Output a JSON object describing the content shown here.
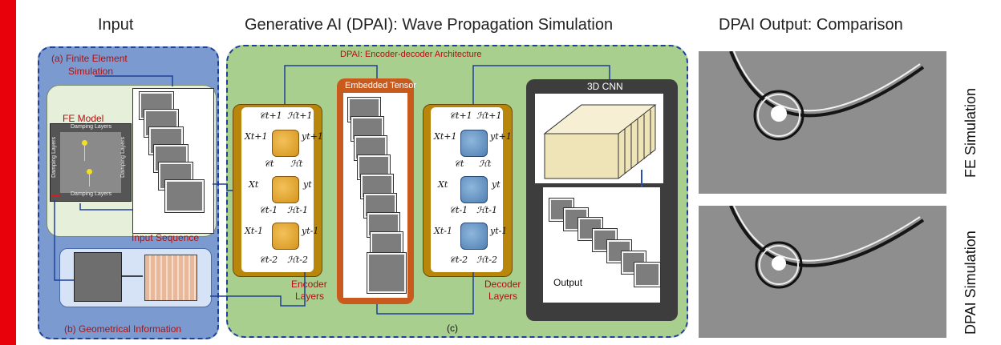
{
  "headings": {
    "input": "Input",
    "dpai": "Generative AI (DPAI): Wave Propagation Simulation",
    "output": "DPAI Output: Comparison"
  },
  "input_panel": {
    "fe_label_1": "(a) Finite Element",
    "fe_label_2": "Simulation",
    "fe_model": "FE Model",
    "damping_top": "Damping Layers",
    "damping_bottom": "Damping Layers",
    "damping_left": "Damping Layers",
    "damping_right": "Damping Layers",
    "input_sequence": "Input Sequence",
    "geometrical": "(b) Geometrical Information"
  },
  "dpai_panel": {
    "architecture": "DPAI: Encoder-decoder  Architecture",
    "embedded_tensor": "Embedded Tensor",
    "cnn_title": "3D CNN",
    "output_label": "Output",
    "encoder_1": "Encoder",
    "encoder_2": "Layers",
    "decoder_1": "Decoder",
    "decoder_2": "Layers",
    "c_label": "(c)"
  },
  "lstm_symbols": {
    "c_t1": "𝒞t+1",
    "h_t1": "ℋt+1",
    "x_t1": "Xt+1",
    "y_t1": "yt+1",
    "c_t": "𝒞t",
    "h_t": "ℋt",
    "x_t": "Xt",
    "y_t": "yt",
    "c_tm1": "𝒞t-1",
    "h_tm1": "ℋt-1",
    "x_tm1": "Xt-1",
    "y_tm1": "yt-1",
    "c_tm2": "𝒞t-2",
    "h_tm2": "ℋt-2"
  },
  "output_panel": {
    "fe_sim": "FE Simulation",
    "dpai_sim": "DPAI Simulation"
  },
  "colors": {
    "input_panel": "#7b9bd0",
    "dpai_panel": "#a8cf8e",
    "encoder_frame": "#b8860b",
    "decoder_frame": "#b8860b",
    "tensor_frame": "#c85a1e",
    "cnn_frame": "#3d3d3d",
    "label_red": "#b01010",
    "dashed_border": "#1f3f9a"
  }
}
